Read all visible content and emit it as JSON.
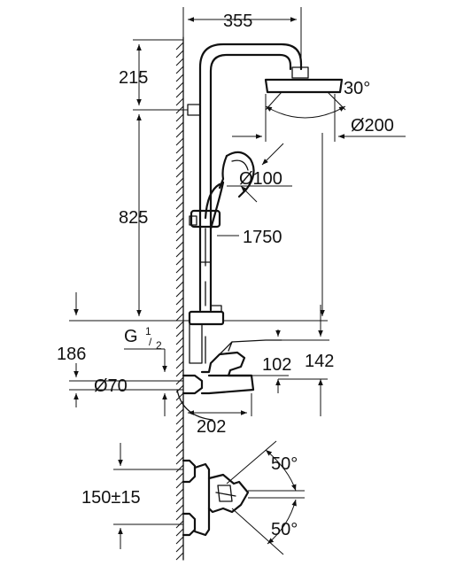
{
  "dimensions": {
    "top_width": "355",
    "riser_top": "215",
    "rail_length": "825",
    "total_height": "1750",
    "spray_angle": "30°",
    "head_diameter": "Ø200",
    "hand_shower_diameter": "Ø100",
    "thread_letter": "G",
    "thread_sup": "1",
    "thread_sub": "2",
    "inlet_height": "186",
    "escutcheon_diameter": "Ø70",
    "spout_reach": "202",
    "mixer_depth_1": "102",
    "mixer_depth_2": "142",
    "centres": "150±15",
    "lever_angle_top": "50°",
    "lever_angle_bottom": "50°"
  },
  "colors": {
    "line": "#111111",
    "background": "#ffffff"
  }
}
